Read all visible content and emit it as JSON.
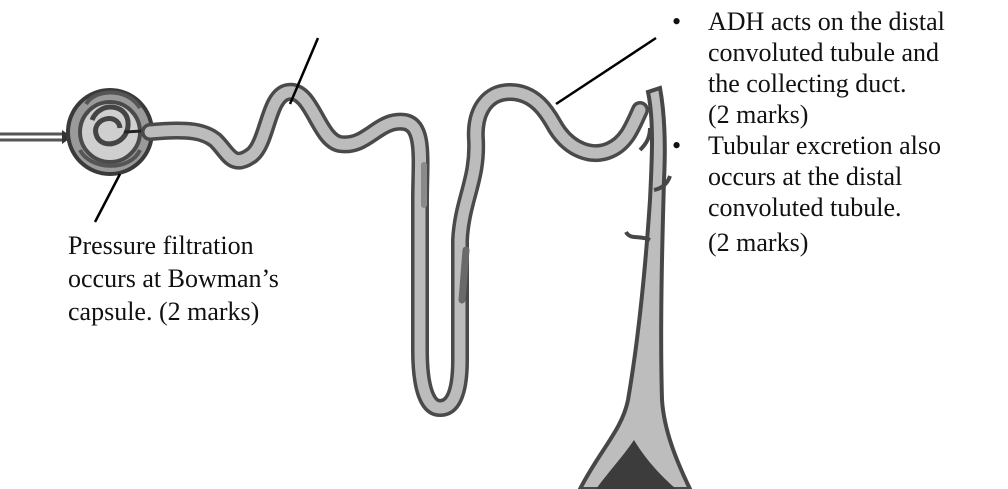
{
  "diagram": {
    "labels": {
      "bowman_capsule": {
        "lines": [
          "Pressure filtration",
          "occurs at Bowman’s",
          "capsule. (2 marks)"
        ]
      }
    },
    "bullets": [
      {
        "symbol": "•",
        "lines": [
          "ADH acts on the distal",
          "convoluted tubule and",
          "the collecting duct.",
          "(2 marks)"
        ]
      },
      {
        "symbol": "•",
        "lines": [
          "Tubular excretion also",
          "occurs at the distal",
          "convoluted tubule.",
          "(2 marks)"
        ]
      }
    ],
    "colors": {
      "tubule_fill": "#bcbcbc",
      "tubule_outline": "#4a4a4a",
      "duct_base": "#3c3c3c",
      "leader_line": "#000000"
    }
  }
}
